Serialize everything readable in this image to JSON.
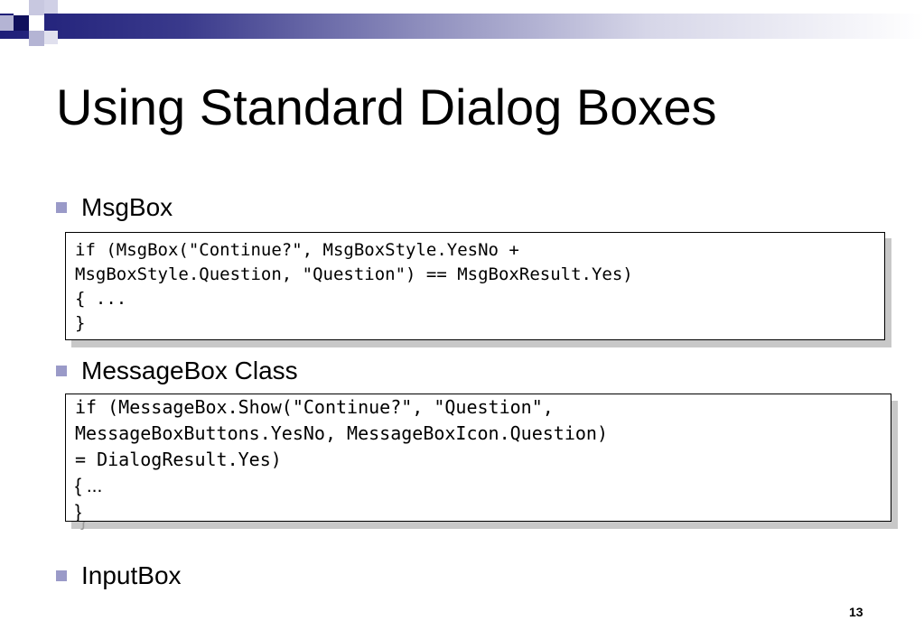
{
  "slide": {
    "title": "Using Standard Dialog Boxes",
    "number": "13"
  },
  "bullets": [
    {
      "label": "MsgBox"
    },
    {
      "label": "MessageBox Class"
    },
    {
      "label": "InputBox"
    }
  ],
  "code_blocks": [
    {
      "lines": [
        "if (MsgBox(\"Continue?\", MsgBoxStyle.YesNo +",
        "MsgBoxStyle.Question, \"Question\") == MsgBoxResult.Yes)",
        "{ ...",
        "}"
      ]
    },
    {
      "lines": [
        "if (MessageBox.Show(\"Continue?\", \"Question\",",
        "MessageBoxButtons.YesNo, MessageBoxIcon.Question)",
        "= DialogResult.Yes)",
        "{ ...",
        "}"
      ],
      "overflow_line": "}"
    }
  ],
  "colors": {
    "bullet": "#9a9ac8",
    "header_navy": "#10105c",
    "code_shadow": "#c8c8c8"
  }
}
